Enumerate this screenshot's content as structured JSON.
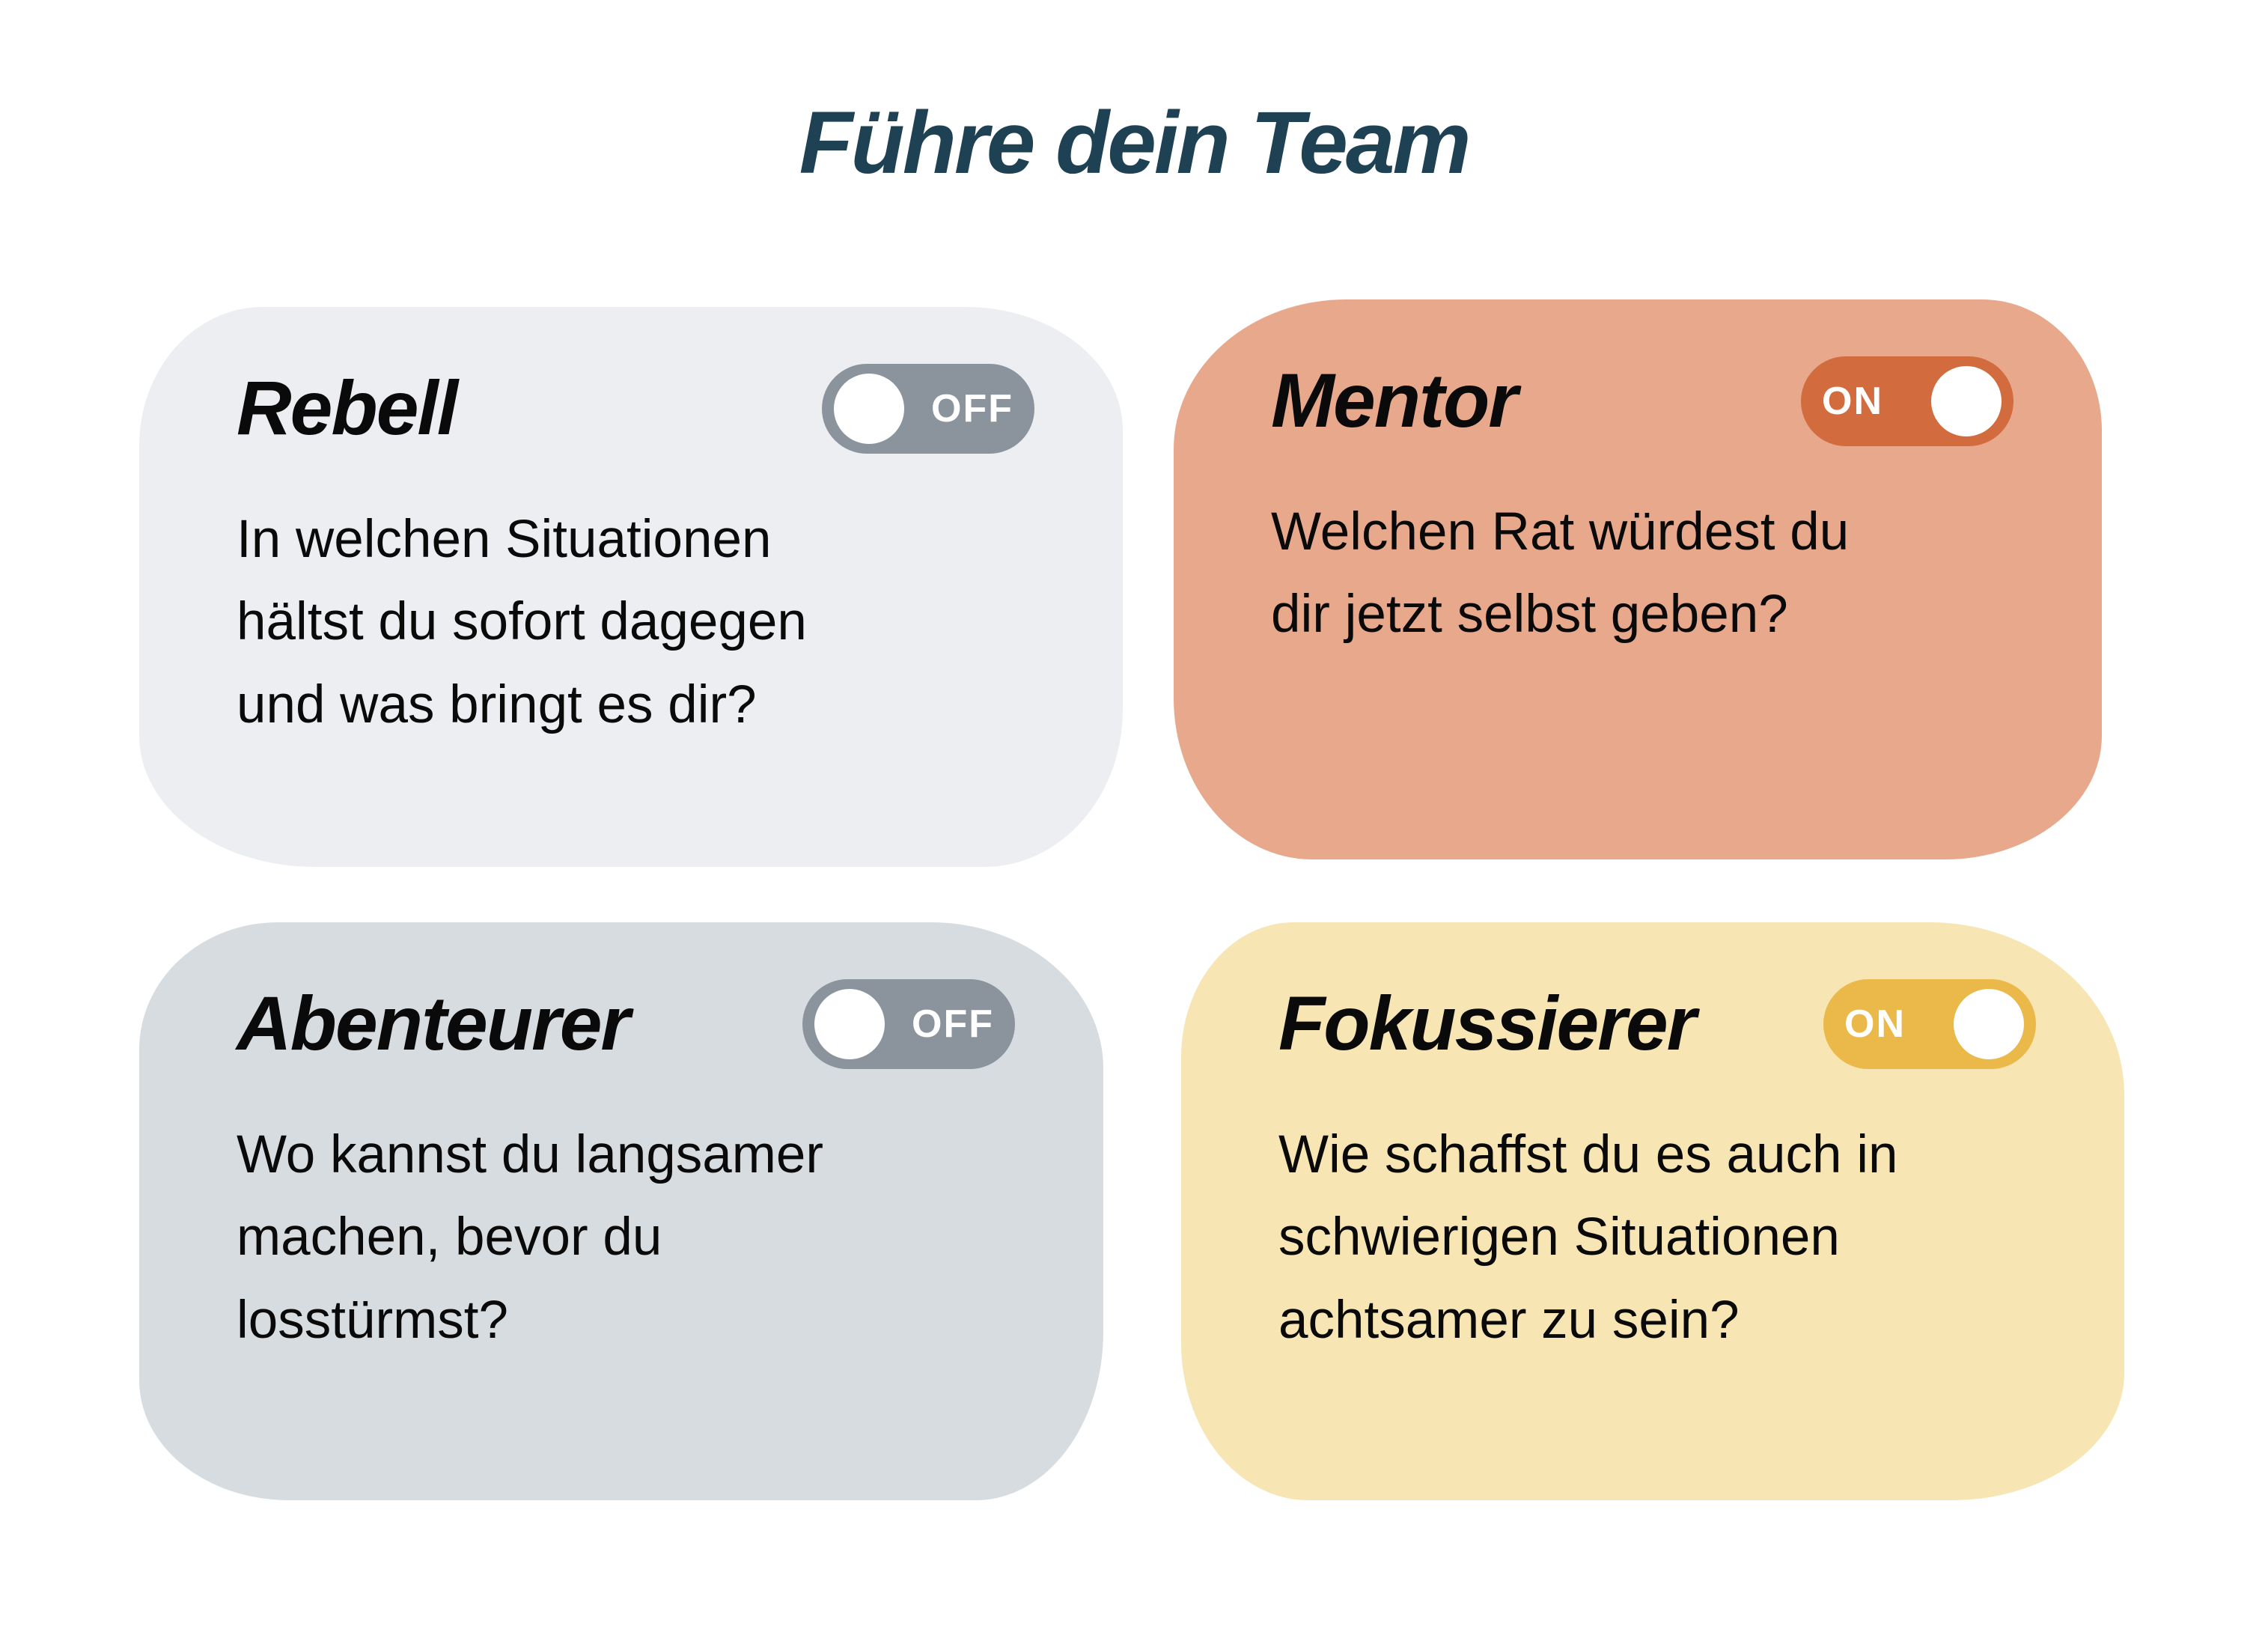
{
  "page": {
    "title": "Führe dein Team",
    "title_color": "#1E4254",
    "background": "#ffffff"
  },
  "cards": [
    {
      "id": "rebell",
      "title": "Rebell",
      "question": "In welchen Situationen\nhältst du sofort dagegen\nund was bringt es dir?",
      "toggle": {
        "state": "off",
        "label": "OFF"
      },
      "colors": {
        "background": "#ECEEF2",
        "toggle": "#8B949D",
        "knob": "#ffffff"
      }
    },
    {
      "id": "mentor",
      "title": "Mentor",
      "question": "Welchen Rat würdest du\ndir jetzt selbst geben?",
      "toggle": {
        "state": "on",
        "label": "ON"
      },
      "colors": {
        "background": "#E8A88C",
        "toggle": "#D26B3D",
        "knob": "#ffffff"
      }
    },
    {
      "id": "abenteurer",
      "title": "Abenteurer",
      "question": "Wo kannst du langsamer\nmachen, bevor du\nlosstürmst?",
      "toggle": {
        "state": "off",
        "label": "OFF"
      },
      "colors": {
        "background": "#D7DCE0",
        "toggle": "#8B949D",
        "knob": "#ffffff"
      }
    },
    {
      "id": "fokussierer",
      "title": "Fokussierer",
      "question": "Wie schaffst du es auch in\nschwierigen Situationen\nachtsamer zu sein?",
      "toggle": {
        "state": "on",
        "label": "ON"
      },
      "colors": {
        "background": "#F7E5B3",
        "toggle": "#EBB84A",
        "knob": "#ffffff"
      }
    }
  ]
}
